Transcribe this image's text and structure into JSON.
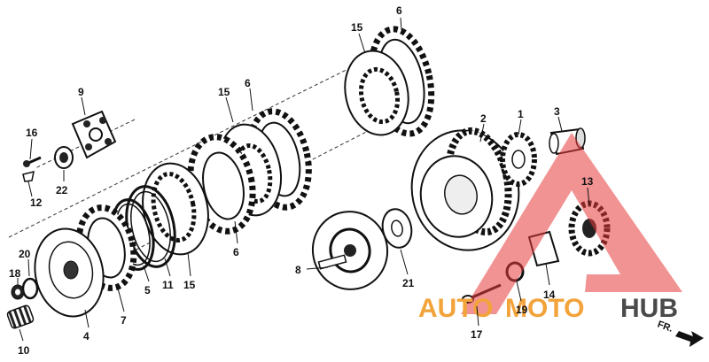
{
  "callouts": {
    "c1": "1",
    "c2": "2",
    "c3": "3",
    "c4": "4",
    "c5": "5",
    "c6a": "6",
    "c6b": "6",
    "c6c": "6",
    "c7": "7",
    "c8": "8",
    "c9": "9",
    "c10": "10",
    "c11": "11",
    "c12": "12",
    "c13": "13",
    "c14": "14",
    "c15a": "15",
    "c15b": "15",
    "c15c": "15",
    "c16": "16",
    "c17": "17",
    "c18": "18",
    "c19": "19",
    "c20": "20",
    "c21": "21",
    "c22": "22"
  },
  "watermark": {
    "part1": "AUTO",
    "part2": "MOTO",
    "part3": "HUB",
    "triangle_color": "#e83a3a",
    "orange": "#f2a33a",
    "dark": "#4a4a4a"
  },
  "direction": {
    "label": "FR."
  }
}
